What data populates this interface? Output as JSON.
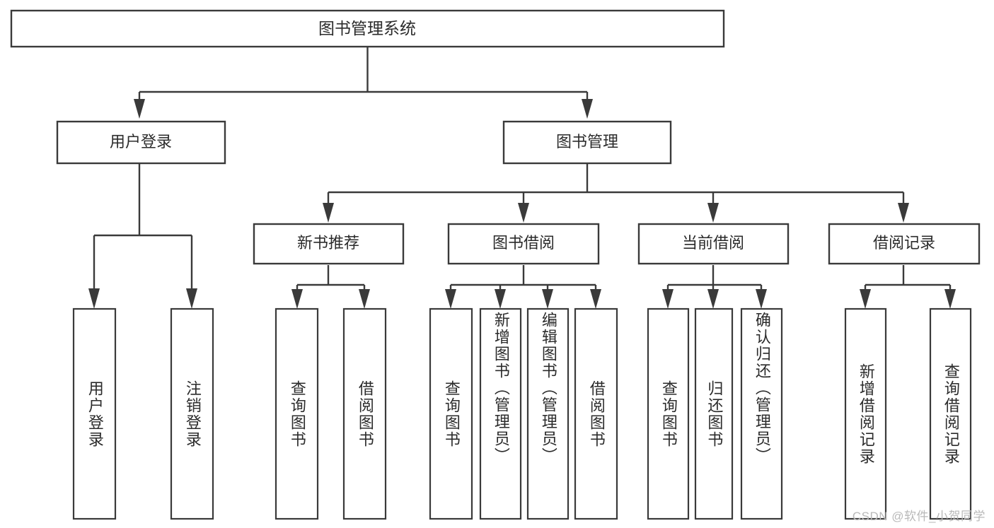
{
  "diagram": {
    "title_text": "图书管理系统",
    "type": "hierarchy-tree",
    "colors": {
      "box_stroke": "#3a3a3a",
      "box_fill": "#ffffff",
      "text": "#2b2b2b",
      "background": "#ffffff",
      "watermark": "#b9b9b9"
    },
    "root": {
      "label": "图书管理系统"
    },
    "level2": [
      {
        "label": "用户登录"
      },
      {
        "label": "图书管理"
      }
    ],
    "level3": [
      {
        "label": "新书推荐"
      },
      {
        "label": "图书借阅"
      },
      {
        "label": "当前借阅"
      },
      {
        "label": "借阅记录"
      }
    ],
    "leaves": {
      "user_login": [
        {
          "label": "用户登录"
        },
        {
          "label": "注销登录"
        }
      ],
      "new_book_recommend": [
        {
          "label": "查询图书"
        },
        {
          "label": "借阅图书"
        }
      ],
      "book_borrow": [
        {
          "label": "查询图书"
        },
        {
          "label": "新增图书（管理员）"
        },
        {
          "label": "编辑图书（管理员）"
        },
        {
          "label": "借阅图书"
        }
      ],
      "current_borrow": [
        {
          "label": "查询图书"
        },
        {
          "label": "归还图书"
        },
        {
          "label": "确认归还（管理员）"
        }
      ],
      "borrow_record": [
        {
          "label": "新增借阅记录"
        },
        {
          "label": "查询借阅记录"
        }
      ]
    },
    "watermark": "CSDN @软件_小贺同学"
  }
}
